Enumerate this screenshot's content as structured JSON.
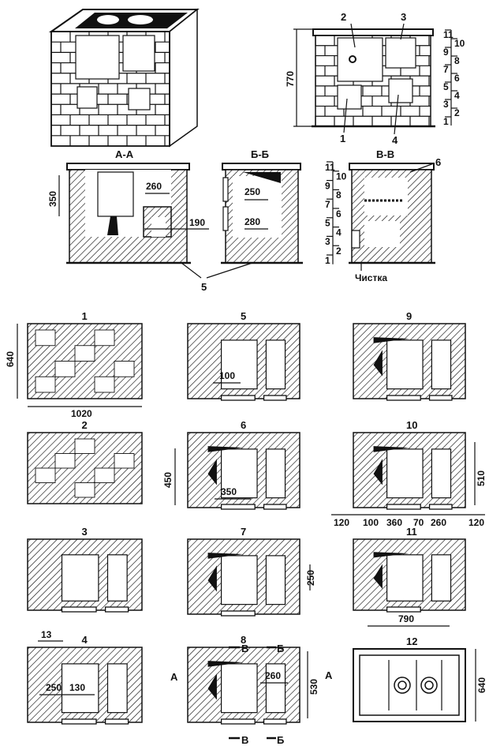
{
  "colors": {
    "ink": "#111111",
    "paper": "#ffffff"
  },
  "front_view": {
    "height_dim": "770",
    "labels": [
      "1",
      "2",
      "3",
      "4"
    ]
  },
  "course_scale": {
    "left": [
      "1",
      "3",
      "5",
      "7",
      "9",
      "11"
    ],
    "right": [
      "2",
      "4",
      "6",
      "8",
      "10"
    ]
  },
  "sections": {
    "a": {
      "title": "А-А",
      "dims": [
        "350",
        "260",
        "190"
      ]
    },
    "b": {
      "title": "Б-Б",
      "dims": [
        "250",
        "280"
      ]
    },
    "c": {
      "title": "В-В",
      "label6": "6",
      "cleanout": "Чистка"
    },
    "label5": "5"
  },
  "plans": {
    "labels": [
      "1",
      "2",
      "3",
      "4",
      "5",
      "6",
      "7",
      "8",
      "9",
      "10",
      "11",
      "12"
    ],
    "p1": {
      "depth": "640",
      "width": "1020"
    },
    "p5": {
      "dim": "100"
    },
    "p6": {
      "height": "450",
      "firebox": "350"
    },
    "p10": {
      "height": "510",
      "row": [
        "120",
        "100",
        "360",
        "70",
        "260",
        "120"
      ]
    },
    "p7": {
      "dim": "250"
    },
    "p11": {
      "dim": "790"
    },
    "p4": {
      "top": "13",
      "dims": [
        "250",
        "130"
      ]
    },
    "p8": {
      "right": "260",
      "height": "530",
      "markers": [
        "В",
        "Б",
        "А",
        "А",
        "В",
        "Б"
      ]
    },
    "p12": {
      "depth": "640"
    }
  }
}
